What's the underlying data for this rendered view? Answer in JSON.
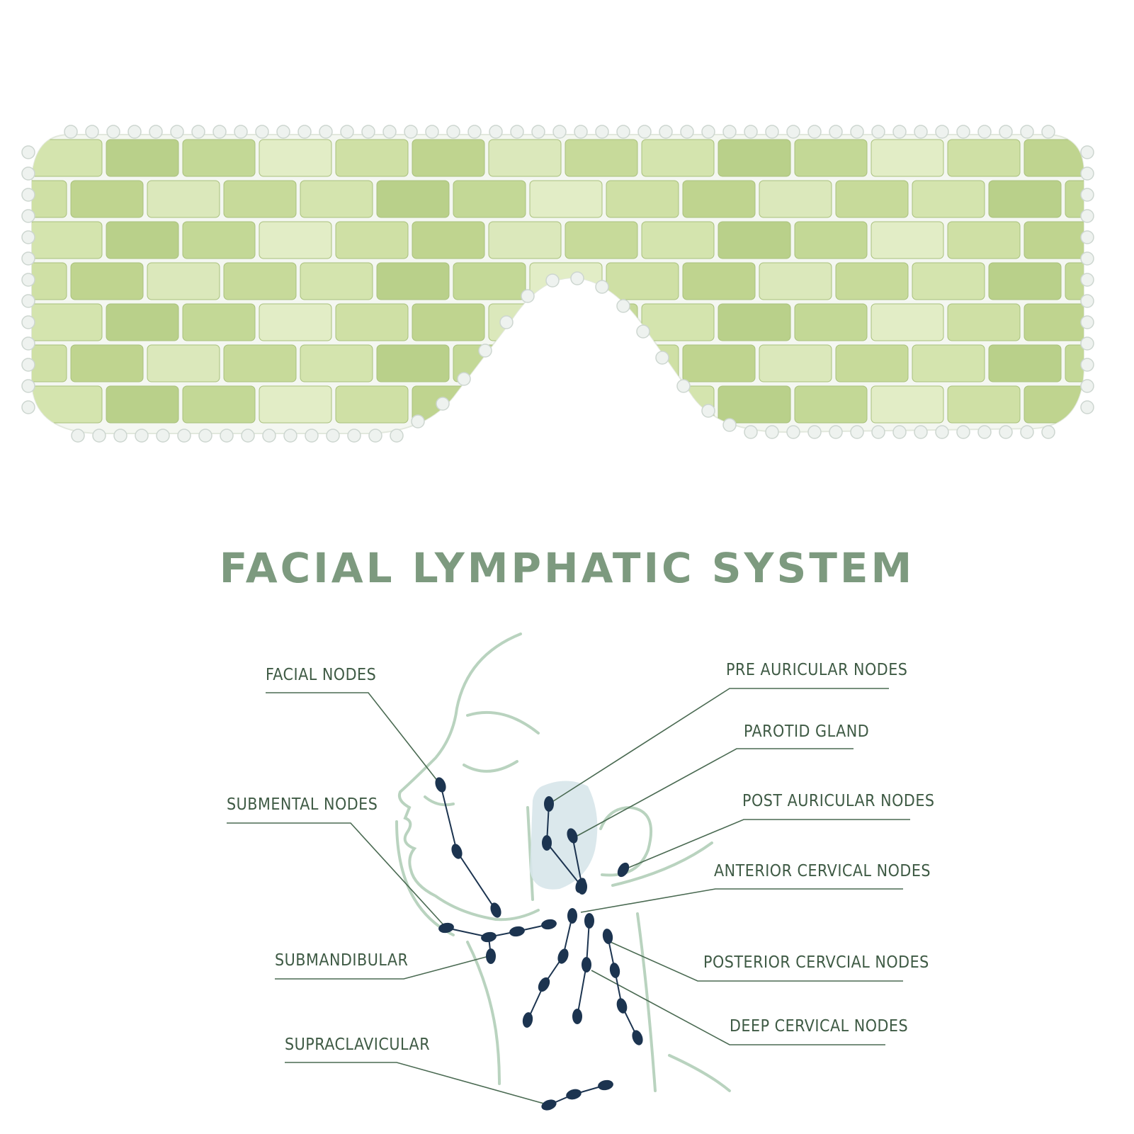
{
  "title": "FACIAL LYMPHATIC SYSTEM",
  "labels": {
    "facial_nodes": "FACIAL NODES",
    "pre_auricular_nodes": "PRE AURICULAR NODES",
    "parotid_gland": "PAROTID GLAND",
    "submental_nodes": "SUBMENTAL NODES",
    "post_auricular_nodes": "POST AURICULAR NODES",
    "anterior_cervical_nodes": "ANTERIOR CERVICAL NODES",
    "posterior_cervical_nodes": "POSTERIOR CERVCIAL NODES",
    "submandibular": "SUBMANDIBULAR",
    "deep_cervical_nodes": "DEEP CERVICAL NODES",
    "supraclavicular": "SUPRACLAVICULAR"
  },
  "colors": {
    "title": "#7d9a7f",
    "label_text": "#3e5a44",
    "leader_line": "#4a6a52",
    "node": "#1c3450",
    "face_outline": "#b9d3bf",
    "parotid": "#d7e6ea",
    "jade": "#cfe0a8",
    "bead": "#eef2ef"
  }
}
